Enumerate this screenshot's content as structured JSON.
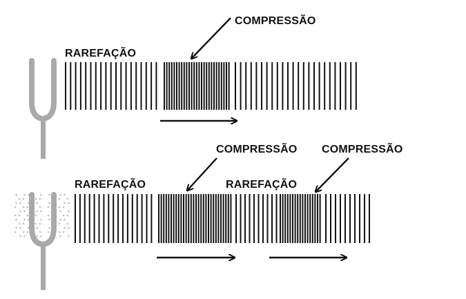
{
  "labels": {
    "top_rarefaction": "RAREFAÇÃO",
    "top_compression": "COMPRESSÃO",
    "bottom_rarefaction_1": "RAREFAÇÃO",
    "bottom_compression_1": "COMPRESSÃO",
    "bottom_rarefaction_2": "RAREFAÇÃO",
    "bottom_compression_2": "COMPRESSÃO"
  },
  "colors": {
    "background": "#ffffff",
    "lines": "#111111",
    "fork": "#a9a9a9",
    "vibration_dots": "#bdbdbd"
  },
  "icons": {
    "fork": "tuning-fork-icon",
    "arrow": "arrow-right-icon",
    "pointer": "pointer-arrow-icon"
  }
}
